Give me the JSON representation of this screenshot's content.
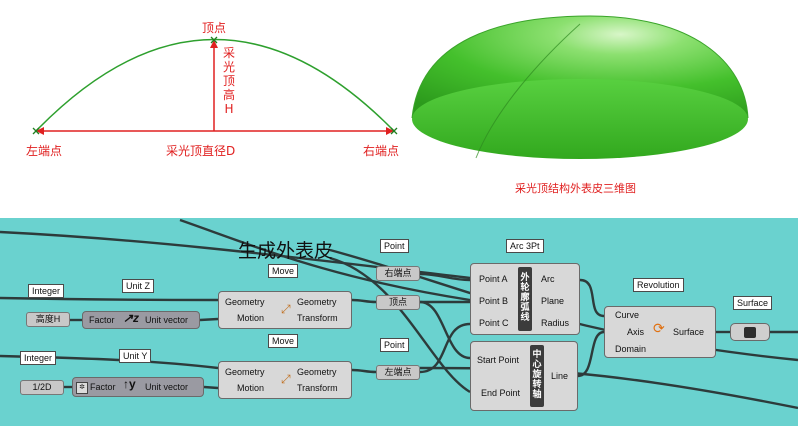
{
  "diagram": {
    "apex_label": "顶点",
    "height_label_chars": [
      "采",
      "光",
      "顶",
      "高",
      "H"
    ],
    "left_endpoint_label": "左端点",
    "right_endpoint_label": "右端点",
    "diameter_label": "采光顶直径D",
    "dome_caption": "采光顶结构外表皮三维图"
  },
  "canvas": {
    "group_title": "生成外表皮",
    "labels": {
      "point_top": "Point",
      "point_mid": "Point",
      "arc3pt": "Arc 3Pt",
      "integer_top": "Integer",
      "unitz": "Unit Z",
      "move_top": "Move",
      "move_bottom": "Move",
      "integer_bottom": "Integer",
      "unity": "Unit Y",
      "revolution": "Revolution",
      "surface": "Surface"
    },
    "panels": {
      "right_endpoint": "右端点",
      "apex": "顶点",
      "left_endpoint": "左端点",
      "height": "高度H",
      "half_d": "1/2D"
    },
    "unitz_node": {
      "factor": "Factor",
      "output": "Unit vector"
    },
    "unity_node": {
      "factor": "Factor",
      "output": "Unit vector"
    },
    "move_top_node": {
      "in1": "Geometry",
      "in2": "Motion",
      "out1": "Geometry",
      "out2": "Transform"
    },
    "move_bottom_node": {
      "in1": "Geometry",
      "in2": "Motion",
      "out1": "Geometry",
      "out2": "Transform"
    },
    "arc_node": {
      "in1": "Point A",
      "in2": "Point B",
      "in3": "Point C",
      "out1": "Arc",
      "out2": "Plane",
      "out3": "Radius",
      "bar_chars": [
        "外",
        "轮",
        "廓",
        "弧",
        "线"
      ]
    },
    "line_node": {
      "in1": "Start Point",
      "in2": "End Point",
      "out1": "Line",
      "bar_chars": [
        "中",
        "心",
        "旋",
        "转",
        "轴"
      ]
    },
    "revolution_node": {
      "in1": "Curve",
      "in2": "Axis",
      "in3": "Domain",
      "out1": "Surface"
    }
  }
}
